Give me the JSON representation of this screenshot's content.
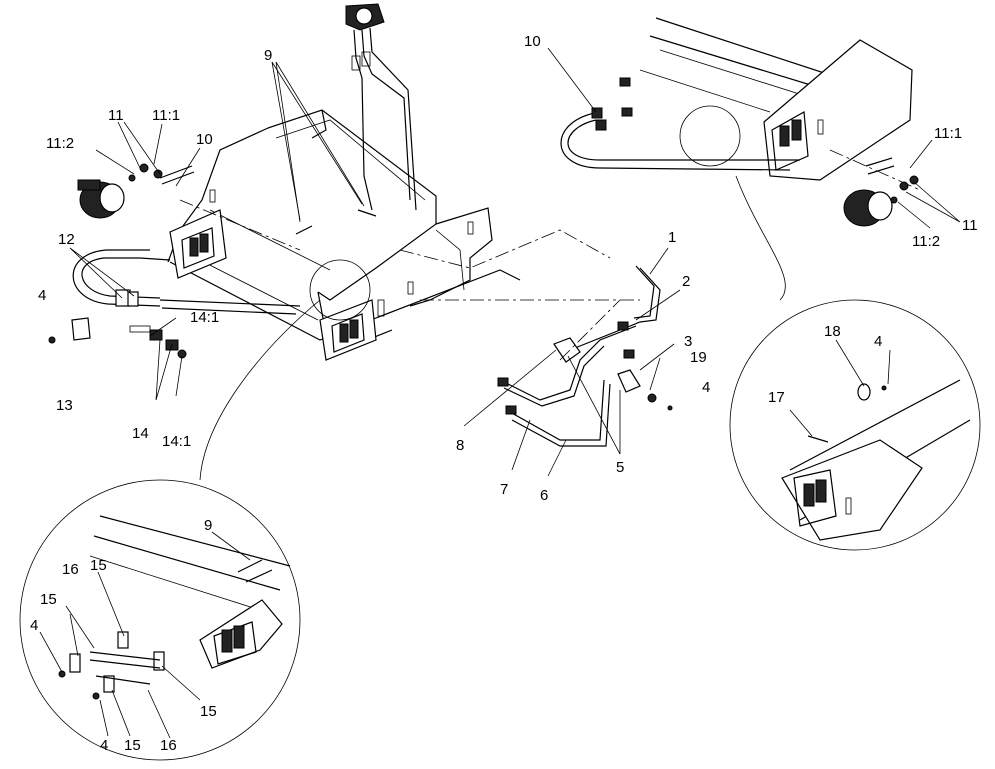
{
  "callouts": [
    {
      "id": "c9-main",
      "text": "9"
    },
    {
      "id": "c10-left",
      "text": "10"
    },
    {
      "id": "c11-left",
      "text": "11"
    },
    {
      "id": "c11-1-left",
      "text": "11:1"
    },
    {
      "id": "c11-2-left",
      "text": "11:2"
    },
    {
      "id": "c12",
      "text": "12"
    },
    {
      "id": "c4-left",
      "text": "4"
    },
    {
      "id": "c13",
      "text": "13"
    },
    {
      "id": "c14",
      "text": "14"
    },
    {
      "id": "c14-1-top",
      "text": "14:1"
    },
    {
      "id": "c14-1-bottom",
      "text": "14:1"
    },
    {
      "id": "c1",
      "text": "1"
    },
    {
      "id": "c2",
      "text": "2"
    },
    {
      "id": "c3",
      "text": "3"
    },
    {
      "id": "c19",
      "text": "19"
    },
    {
      "id": "c4-right",
      "text": "4"
    },
    {
      "id": "c5",
      "text": "5"
    },
    {
      "id": "c6",
      "text": "6"
    },
    {
      "id": "c7",
      "text": "7"
    },
    {
      "id": "c8",
      "text": "8"
    },
    {
      "id": "c10-right",
      "text": "10"
    },
    {
      "id": "c11-1-right",
      "text": "11:1"
    },
    {
      "id": "c11-right",
      "text": "11"
    },
    {
      "id": "c11-2-right",
      "text": "11:2"
    },
    {
      "id": "c18",
      "text": "18"
    },
    {
      "id": "c4-detail-right",
      "text": "4"
    },
    {
      "id": "c17",
      "text": "17"
    },
    {
      "id": "c9-detail",
      "text": "9"
    },
    {
      "id": "c15-a",
      "text": "15"
    },
    {
      "id": "c16-a",
      "text": "16"
    },
    {
      "id": "c15-b",
      "text": "15"
    },
    {
      "id": "c4-detail-left",
      "text": "4"
    },
    {
      "id": "c15-c",
      "text": "15"
    },
    {
      "id": "c4-detail-bottom",
      "text": "4"
    },
    {
      "id": "c15-d",
      "text": "15"
    },
    {
      "id": "c16-b",
      "text": "16"
    }
  ]
}
